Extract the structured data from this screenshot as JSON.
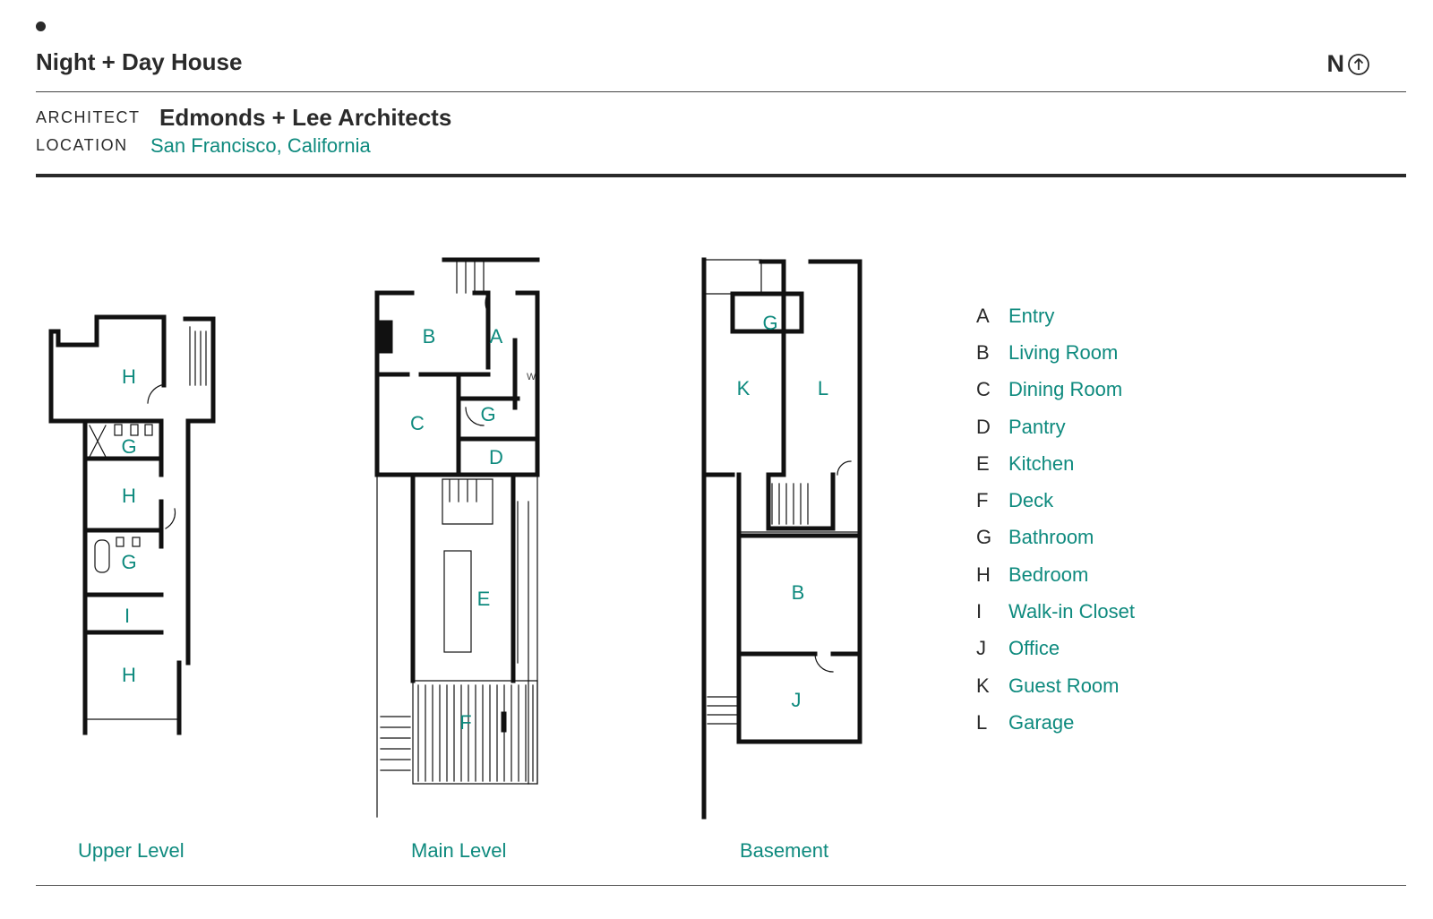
{
  "header": {
    "title": "Night + Day House",
    "north_label": "N",
    "architect_label": "ARCHITECT",
    "architect": "Edmonds + Lee Architects",
    "location_label": "LOCATION",
    "location": "San Francisco, California"
  },
  "plans": {
    "upper": {
      "label": "Upper Level",
      "rooms": [
        "H",
        "G",
        "H",
        "G",
        "I",
        "H"
      ]
    },
    "main": {
      "label": "Main Level",
      "rooms": [
        "B",
        "A",
        "C",
        "G",
        "D",
        "E",
        "F"
      ],
      "note": "W"
    },
    "basement": {
      "label": "Basement",
      "rooms": [
        "G",
        "K",
        "L",
        "B",
        "J"
      ]
    }
  },
  "legend": [
    {
      "key": "A",
      "value": "Entry"
    },
    {
      "key": "B",
      "value": "Living Room"
    },
    {
      "key": "C",
      "value": "Dining Room"
    },
    {
      "key": "D",
      "value": "Pantry"
    },
    {
      "key": "E",
      "value": "Kitchen"
    },
    {
      "key": "F",
      "value": "Deck"
    },
    {
      "key": "G",
      "value": "Bathroom"
    },
    {
      "key": "H",
      "value": "Bedroom"
    },
    {
      "key": "I",
      "value": "Walk-in Closet"
    },
    {
      "key": "J",
      "value": "Office"
    },
    {
      "key": "K",
      "value": "Guest Room"
    },
    {
      "key": "L",
      "value": "Garage"
    }
  ],
  "colors": {
    "accent": "#0e8a7e",
    "ink": "#2a2a2a"
  }
}
